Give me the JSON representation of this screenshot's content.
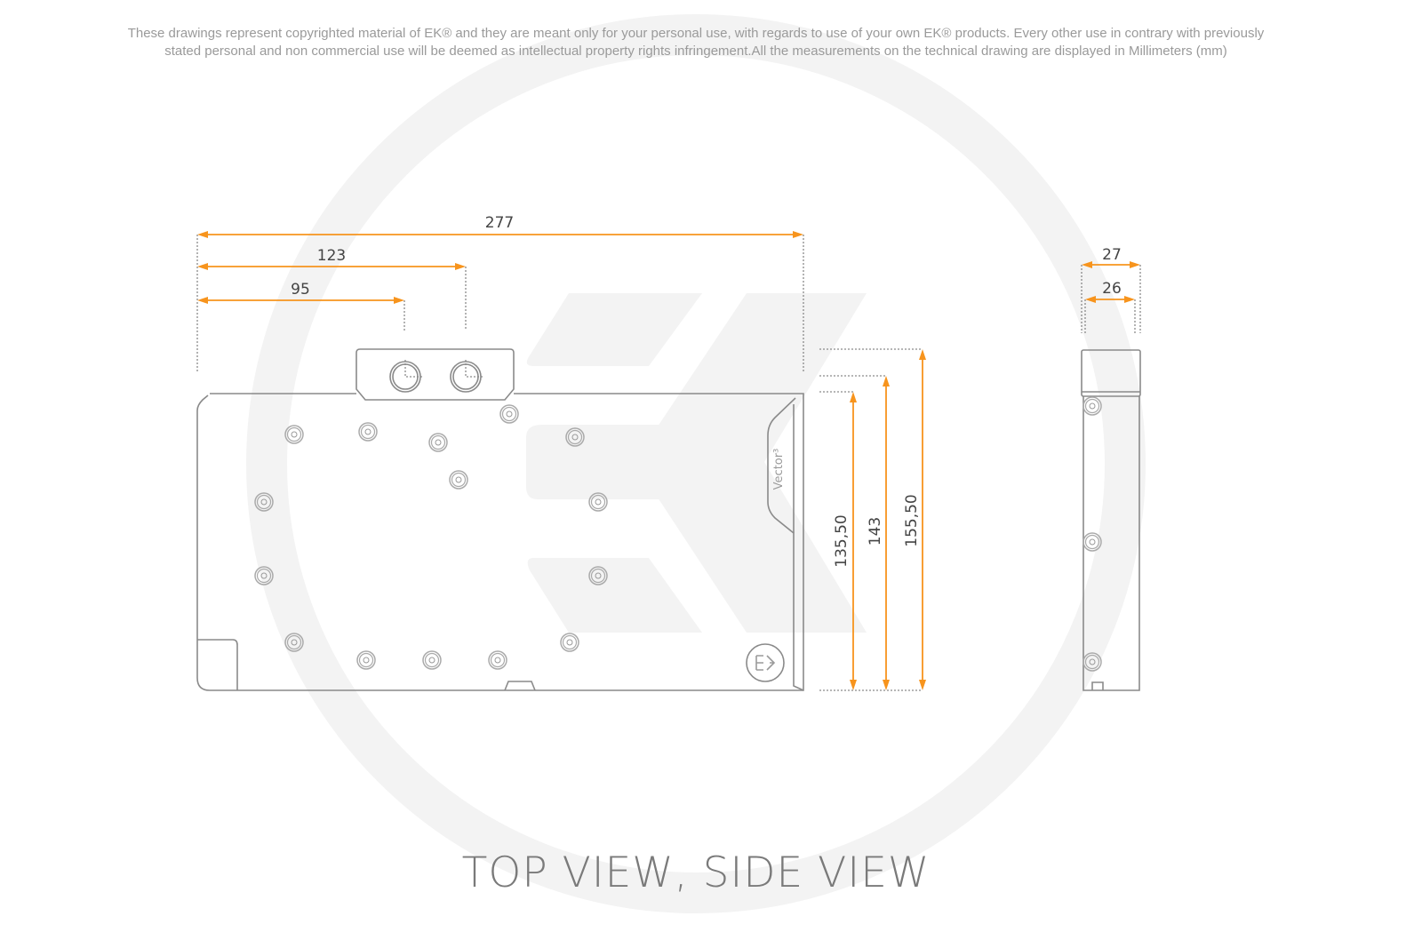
{
  "disclaimer": {
    "line1": "These drawings represent copyrighted material of EK® and they are meant only for your personal use, with regards to use of  your own EK® products. Every other use in contrary with previously",
    "line2": "stated personal and non commercial use will be deemed as intellectual property rights infringement.All the measurements on the technical drawing are displayed in Millimeters (mm)"
  },
  "watermark": {
    "logo": "EK",
    "color": "#f2f2f2"
  },
  "top_view": {
    "dimensions": {
      "overall_length": "277",
      "port_2_offset": "123",
      "port_1_offset": "95",
      "height_135": "135,50",
      "height_143": "143",
      "height_155": "155,50"
    },
    "badge_text": "Vector³",
    "logo": "EK"
  },
  "side_view": {
    "dimensions": {
      "total_thickness": "27",
      "body_thickness": "26"
    }
  },
  "title": "TOP VIEW, SIDE VIEW",
  "colors": {
    "dimension": "#f7941d",
    "outline": "#8a8a8a"
  }
}
